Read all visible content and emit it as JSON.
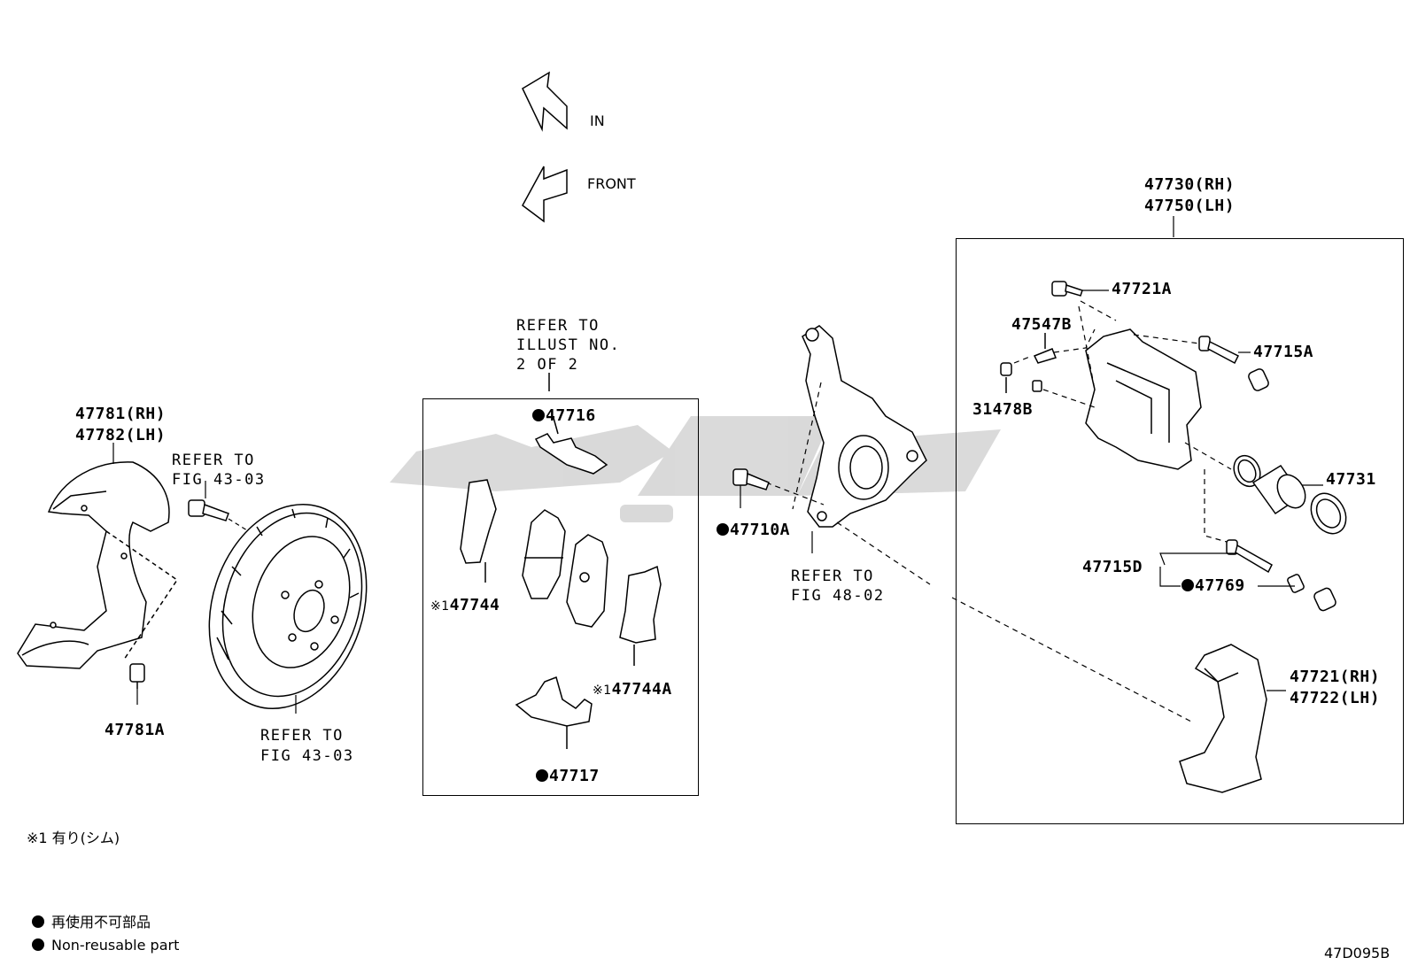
{
  "directions": {
    "in": "IN",
    "front": "FRONT"
  },
  "shield": {
    "part_rh": "47781(RH)",
    "part_lh": "47782(LH)",
    "bolt": "47781A"
  },
  "rotor": {
    "refer_top_1": "REFER TO",
    "refer_top_2": "FIG 43-03",
    "refer_bottom_1": "REFER TO",
    "refer_bottom_2": "FIG 43-03"
  },
  "pads_box": {
    "refer_1": "REFER TO",
    "refer_2": "ILLUST NO.",
    "refer_3": "2 OF 2",
    "p47716": "47716",
    "p47744_mark": "※1",
    "p47744": "47744",
    "p47744a_mark": "※1",
    "p47744a": "47744A",
    "p47717": "47717"
  },
  "knuckle": {
    "bolt": "47710A",
    "refer_1": "REFER TO",
    "refer_2": "FIG 48-02"
  },
  "caliper_box": {
    "title_rh": "47730(RH)",
    "title_lh": "47750(LH)",
    "p47721a": "47721A",
    "p47547b": "47547B",
    "p31478b": "31478B",
    "p47715a": "47715A",
    "p47731": "47731",
    "p47715d": "47715D",
    "p47769": "47769",
    "mount_rh": "47721(RH)",
    "mount_lh": "47722(LH)"
  },
  "notes": {
    "shim": "※1 有り(シム)"
  },
  "legend": {
    "jp": "再使用不可部品",
    "en": "Non-reusable part"
  },
  "diagram_id": "47D095B"
}
